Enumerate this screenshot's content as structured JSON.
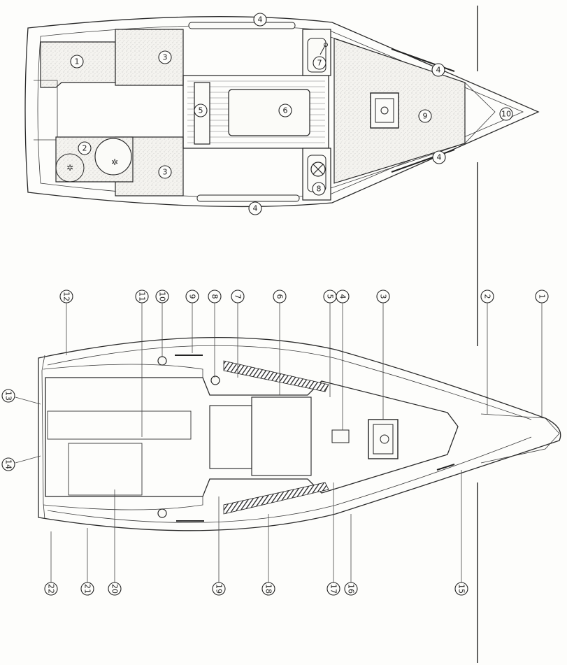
{
  "top_view": {
    "callouts": [
      {
        "label": "1"
      },
      {
        "label": "2"
      },
      {
        "label": "3"
      },
      {
        "label": "3"
      },
      {
        "label": "4"
      },
      {
        "label": "4"
      },
      {
        "label": "4"
      },
      {
        "label": "4"
      },
      {
        "label": "5"
      },
      {
        "label": "6"
      },
      {
        "label": "7"
      },
      {
        "label": "8"
      },
      {
        "label": "9"
      },
      {
        "label": "10"
      }
    ]
  },
  "side_view": {
    "top_callouts": [
      {
        "label": "12"
      },
      {
        "label": "11"
      },
      {
        "label": "10"
      },
      {
        "label": "9"
      },
      {
        "label": "8"
      },
      {
        "label": "7"
      },
      {
        "label": "6"
      },
      {
        "label": "5"
      },
      {
        "label": "4"
      },
      {
        "label": "3"
      },
      {
        "label": "2"
      },
      {
        "label": "1"
      }
    ],
    "bottom_callouts": [
      {
        "label": "22"
      },
      {
        "label": "21"
      },
      {
        "label": "20"
      },
      {
        "label": "19"
      },
      {
        "label": "18"
      },
      {
        "label": "17"
      },
      {
        "label": "16"
      },
      {
        "label": "15"
      }
    ],
    "left_callouts": [
      {
        "label": "13"
      },
      {
        "label": "14"
      }
    ]
  }
}
